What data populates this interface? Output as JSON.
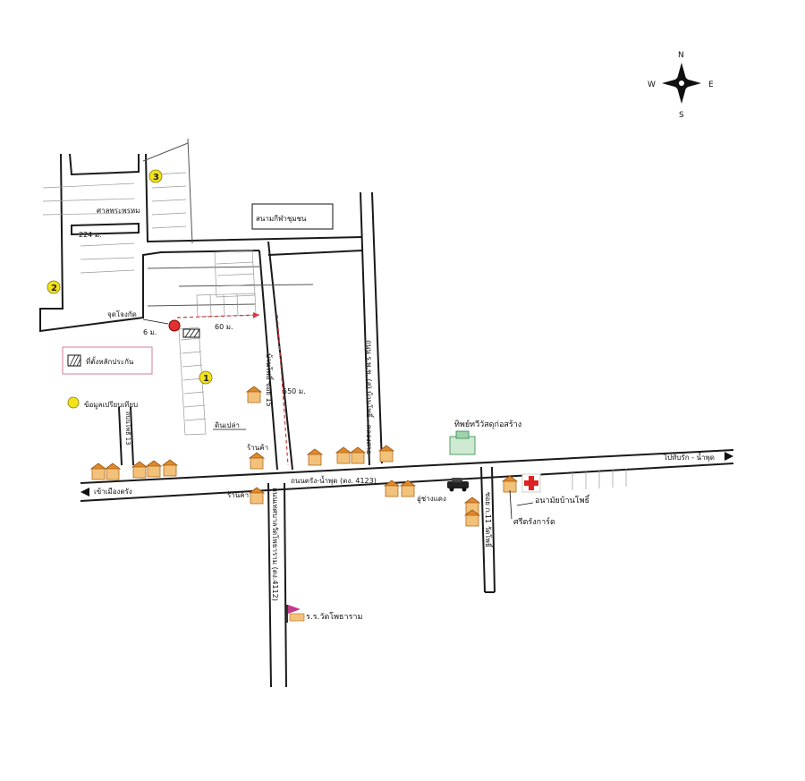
{
  "compass": {
    "north": "N",
    "south": "S",
    "east": "E",
    "west": "W"
  },
  "legend": {
    "site_label": "ที่ตั้งหลักประกัน",
    "info_label": "ข้อมูลเปรียบเทียบ"
  },
  "markers": [
    "1",
    "2",
    "3"
  ],
  "places": {
    "temple_hall": "ศาลพระพรหม",
    "stadium": "สนามกีฬาชุมชน",
    "start_point": "จุดโจงกัด",
    "empty_land": "ดินเปล่า",
    "temple_view": "ทิพย์ทวีวัสดุก่อสร้าง",
    "shop1": "ร้านค้า",
    "shop2": "ร้านค้า",
    "car_shop": "อู่ช่างแดง",
    "clinic": "อนามัยบ้านโพธิ์",
    "gas": "ศรีตรังการ์ด",
    "school": "ร.ร.วัดโพธาราม"
  },
  "roads": {
    "main_road": "ถนนตรัง-น้ำพุด (ตง. 4123)",
    "to_town": "เข้าเมืองตรัง",
    "to_east": "ไปทับรัก - น้ำพุด",
    "soi15": "บ้านโพธิ์ ซอย 15",
    "right_soi": "ถนน ร.พ.ช. (ส) บ้านโพธิ์ - คลองสาย",
    "south_soi": "ถนนเทศบาลวัดโพธาราม (ตง.4112)",
    "east_soi": "ซอย ก.11 วัดโพธิ์",
    "left_soi": "ถนนโพธิ์ 13"
  },
  "distances": {
    "d224": "224 ม.",
    "d6": "6 ม.",
    "d60": "60 ม.",
    "d550": "550 ม."
  }
}
